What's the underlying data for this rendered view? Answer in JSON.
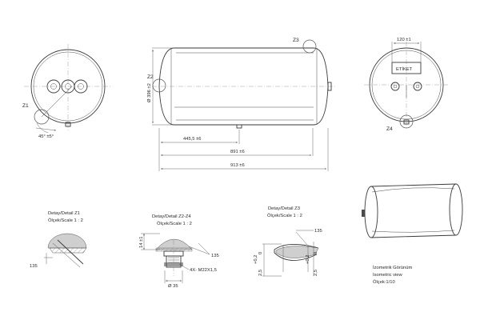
{
  "callouts": {
    "z1": "Z1",
    "z2": "Z2",
    "z3": "Z3",
    "z4": "Z4",
    "angle": "45° ±5°",
    "diameter": "Ø 396 ±2",
    "label_width": "120 ±1",
    "label_text": "ETİKET"
  },
  "dimensions": {
    "d1": "445,5 ±6",
    "d2": "891 ±6",
    "d3": "913 ±6"
  },
  "details": {
    "z1": {
      "title": "Detay/Detail Z1",
      "scale": "Ölçek/Scale 1 : 2",
      "angle": "135"
    },
    "z2z4": {
      "title": "Detay/Detail Z2-Z4",
      "scale": "Ölçek/Scale 1 : 2",
      "height": "14 ±1",
      "angle": "135",
      "thread": "4X- M22X1,5",
      "dia": "Ø 35"
    },
    "z3": {
      "title": "Detay/Detail Z3",
      "scale": "Ölçek/Scale 1 : 2",
      "angle": "135",
      "left_tol": "+0,2",
      "left_tol0": "0",
      "left_base": "2,5",
      "right_tol": "+0,2",
      "right_tol0": "0",
      "right_base": "2,5"
    }
  },
  "isometric": {
    "line1": "İzometrik Görünüm",
    "line2": "Isometric view",
    "line3": "Ölçek:1/10"
  }
}
